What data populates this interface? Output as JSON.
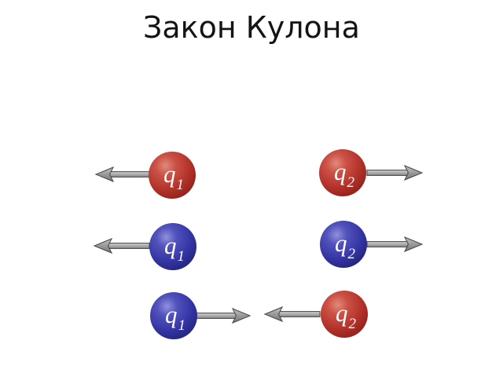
{
  "title": "Закон Кулона",
  "colors": {
    "background": "#ffffff",
    "title_text": "#141414",
    "red_sphere": "#b23129",
    "blue_sphere": "#3434a4",
    "sphere_label": "#ffffff",
    "arrow_fill": "#a8a8a8",
    "arrow_outline": "#4d4d4d"
  },
  "rows": [
    {
      "interaction": "repulsion",
      "left": {
        "symbol": "q",
        "subscript": "1",
        "color": "red",
        "arrow": "left"
      },
      "right": {
        "symbol": "q",
        "subscript": "2",
        "color": "red",
        "arrow": "right"
      }
    },
    {
      "interaction": "repulsion",
      "left": {
        "symbol": "q",
        "subscript": "1",
        "color": "blue",
        "arrow": "left"
      },
      "right": {
        "symbol": "q",
        "subscript": "2",
        "color": "blue",
        "arrow": "right"
      }
    },
    {
      "interaction": "attraction",
      "left": {
        "symbol": "q",
        "subscript": "1",
        "color": "blue",
        "arrow": "right"
      },
      "right": {
        "symbol": "q",
        "subscript": "2",
        "color": "red",
        "arrow": "left"
      }
    }
  ]
}
